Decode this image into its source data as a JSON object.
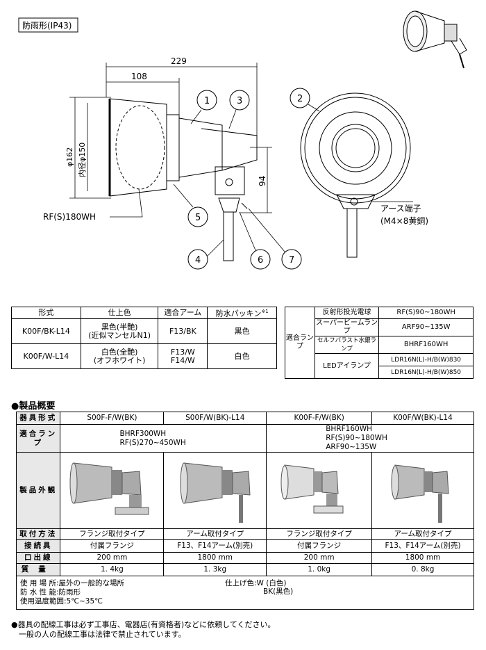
{
  "drawing": {
    "type_label": "防雨形(IP43)",
    "dim_229": "229",
    "dim_108": "108",
    "dim_162": "φ162",
    "dim_150": "内径φ150",
    "dim_94": "94",
    "callouts": [
      "1",
      "2",
      "3",
      "4",
      "5",
      "6",
      "7"
    ],
    "lamp_label": "RF(S)180WH",
    "earth_label": "アース端子",
    "earth_spec": "(M4×8黄銅)"
  },
  "model_table": {
    "headers": [
      "形式",
      "仕上色",
      "適合アーム",
      "防水パッキン",
      "※1"
    ],
    "rows": [
      {
        "model": "K00F/BK-L14",
        "color1": "黒色(半艶)",
        "color2": "(近似マンセルN1)",
        "arm1": "F13/BK",
        "arm2": "",
        "packing": "黒色"
      },
      {
        "model": "K00F/W-L14",
        "color1": "白色(全艶)",
        "color2": "(オフホワイト)",
        "arm1": "F13/W",
        "arm2": "F14/W",
        "packing": "白色"
      }
    ]
  },
  "lamp_table": {
    "group_label": "適合ランプ",
    "rows": [
      {
        "name": "反射形投光電球",
        "value": "RF(S)90~180WH"
      },
      {
        "name": "スーパービームランプ",
        "value": "ARF90~135W"
      },
      {
        "name": "セルフバラスト水銀ランプ",
        "value": "BHRF160WH"
      },
      {
        "name": "LEDアイランプ",
        "value": "LDR16N(L)-H/B(W)830"
      },
      {
        "name": "",
        "value": "LDR16N(L)-H/B(W)850"
      }
    ]
  },
  "summary": {
    "section_title": "●製品概要",
    "row_labels": {
      "model": "器具形式",
      "lamp": "適合ランプ",
      "appearance": "製品外観",
      "mount": "取付方法",
      "connector": "接続具",
      "cable": "口出線",
      "mass": "質量"
    },
    "models": [
      "S00F-F/W(BK)",
      "S00F/W(BK)-L14",
      "K00F-F/W(BK)",
      "K00F/W(BK)-L14"
    ],
    "lamps_left": [
      "BHRF300WH",
      "RF(S)270~450WH"
    ],
    "lamps_right": [
      "BHRF160WH",
      "RF(S)90~180WH",
      "ARF90~135W"
    ],
    "mount": [
      "フランジ取付タイプ",
      "アーム取付タイプ",
      "フランジ取付タイプ",
      "アーム取付タイプ"
    ],
    "connector": [
      "付属フランジ",
      "F13、F14アーム(別売)",
      "付属フランジ",
      "F13、F14アーム(別売)"
    ],
    "cable": [
      "200 mm",
      "1800 mm",
      "200 mm",
      "1800 mm"
    ],
    "mass": [
      "1. 4kg",
      "1. 3kg",
      "1. 0kg",
      "0. 8kg"
    ],
    "spec_lines": [
      "使 用 場 所:屋外の一般的な場所",
      "防 水 性 能:防雨形",
      "使用温度範囲:5℃~35℃"
    ],
    "finish_label": "仕上げ色:W (白色)",
    "finish_bk": "BK(黒色)"
  },
  "notes": [
    "●器具の配線工事は必ず工事店、電器店(有資格者)などに依頼してください。",
    "一般の人の配線工事は法律で禁止されています。"
  ]
}
